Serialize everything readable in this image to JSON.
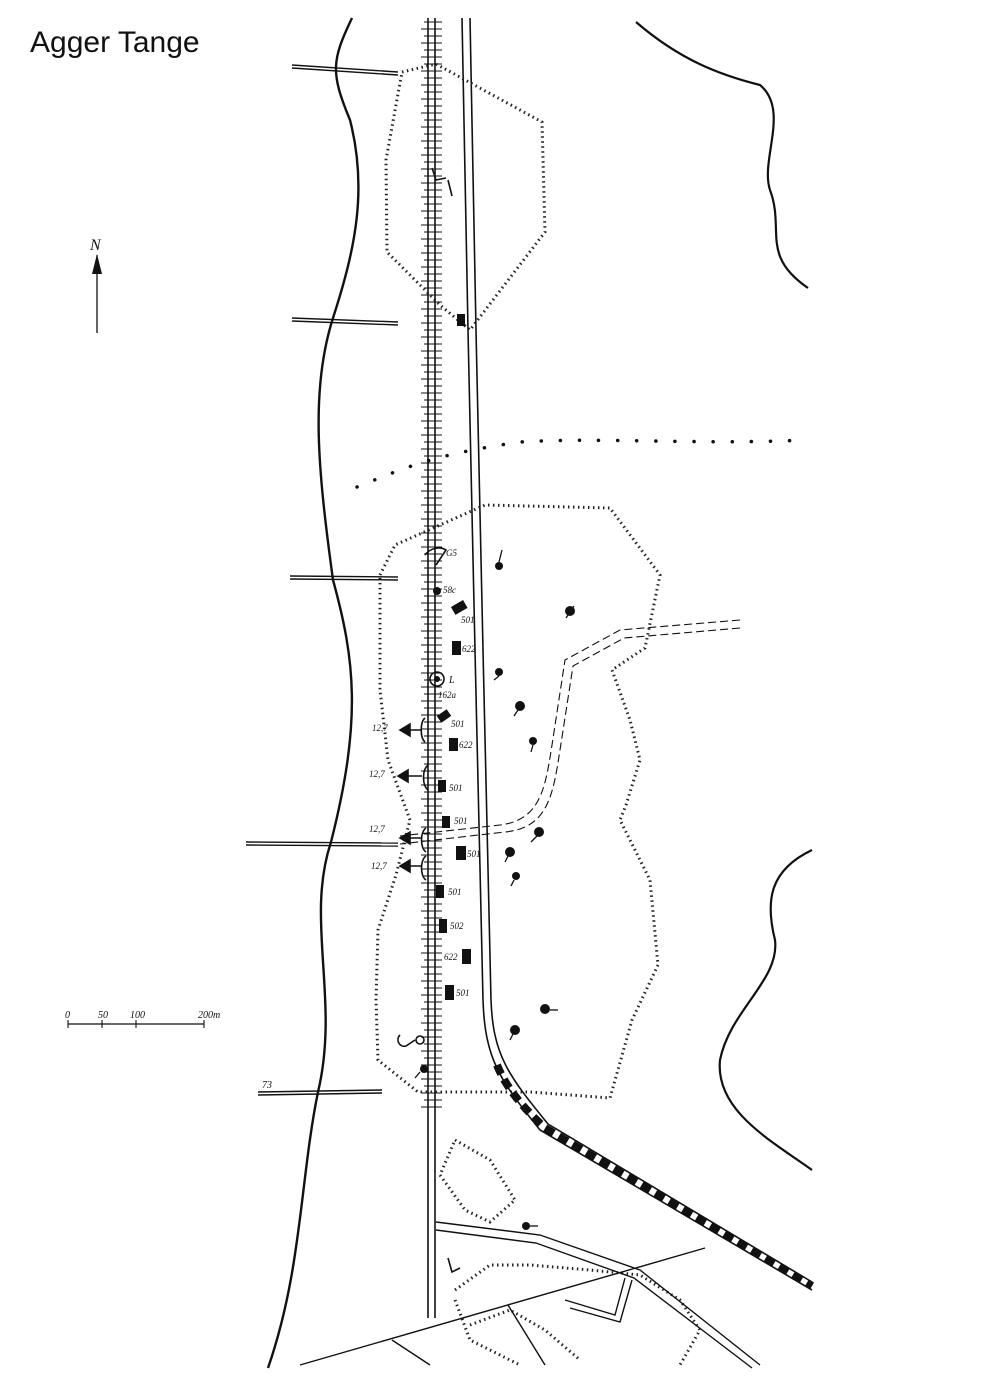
{
  "title": "Agger Tange",
  "north_arrow": {
    "label": "N",
    "icon": "north-arrow-icon"
  },
  "scale_bar": {
    "ticks": [
      "0",
      "50",
      "100",
      "200m"
    ]
  },
  "road_marker": "73",
  "elevation_labels": [
    "12,7",
    "12,7",
    "12,7",
    "12,7"
  ],
  "bunker_labels": [
    "58c",
    "501",
    "622",
    "162a",
    "501",
    "622",
    "501",
    "501",
    "501",
    "501",
    "502",
    "622",
    "501"
  ],
  "misc_labels": {
    "observation_post": "L",
    "gun_position": "G5"
  },
  "colors": {
    "ink": "#111111",
    "paper": "#ffffff"
  }
}
